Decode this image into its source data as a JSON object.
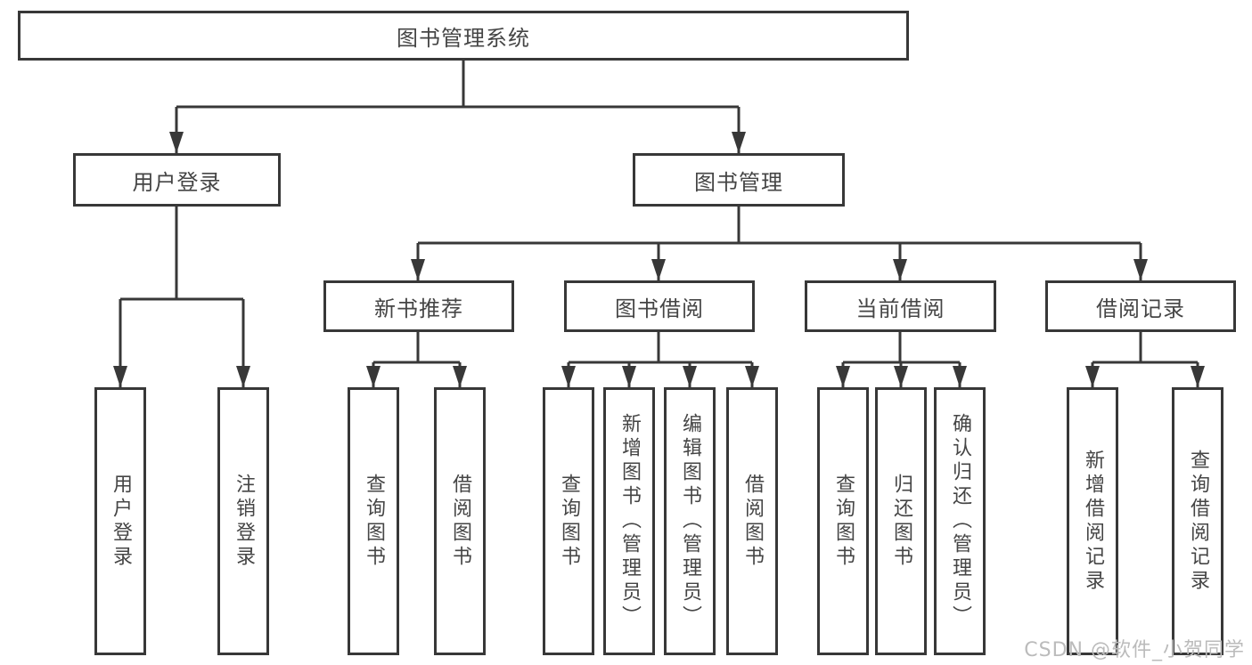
{
  "colors": {
    "line": "#383838",
    "text": "#454545",
    "watermark": "#bbbbbb"
  },
  "watermark": "CSDN @软件_小贺同学",
  "tree": {
    "label": "图书管理系统",
    "children": [
      {
        "label": "用户登录",
        "children": [
          {
            "label": "用户登录"
          },
          {
            "label": "注销登录"
          }
        ]
      },
      {
        "label": "图书管理",
        "children": [
          {
            "label": "新书推荐",
            "children": [
              {
                "label": "查询图书"
              },
              {
                "label": "借阅图书"
              }
            ]
          },
          {
            "label": "图书借阅",
            "children": [
              {
                "label": "查询图书"
              },
              {
                "label": "新增图书（管理员）"
              },
              {
                "label": "编辑图书（管理员）"
              },
              {
                "label": "借阅图书"
              }
            ]
          },
          {
            "label": "当前借阅",
            "children": [
              {
                "label": "查询图书"
              },
              {
                "label": "归还图书"
              },
              {
                "label": "确认归还（管理员）"
              }
            ]
          },
          {
            "label": "借阅记录",
            "children": [
              {
                "label": "新增借阅记录"
              },
              {
                "label": "查询借阅记录"
              }
            ]
          }
        ]
      }
    ]
  }
}
